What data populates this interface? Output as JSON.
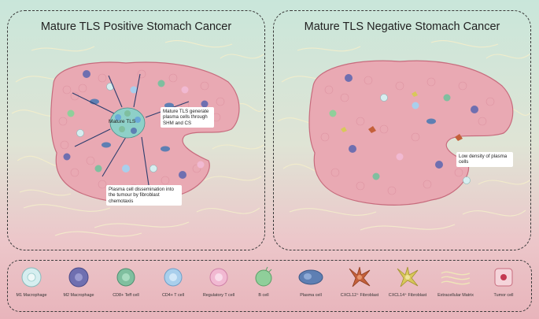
{
  "panels": {
    "left": {
      "title": "Mature TLS Positive Stomach Cancer",
      "center_label": "Mature TLS",
      "note_generate": "Mature TLS generate plasma cells through SHM and CS",
      "note_dissemination": "Plasma cell dissemination into the tumour by fibroblast chemotaxis"
    },
    "right": {
      "title": "Mature TLS Negative Stomach Cancer",
      "note_density": "Low density of plasma cells"
    }
  },
  "legend": [
    {
      "label": "M1 Macrophage",
      "icon": "m1-macrophage-icon"
    },
    {
      "label": "M2 Macrophage",
      "icon": "m2-macrophage-icon"
    },
    {
      "label": "CD8+ Teff cell",
      "icon": "cd8-teff-cell-icon"
    },
    {
      "label": "CD4+ T cell",
      "icon": "cd4-t-cell-icon"
    },
    {
      "label": "Regulatory T cell",
      "icon": "regulatory-t-cell-icon"
    },
    {
      "label": "B cell",
      "icon": "b-cell-icon"
    },
    {
      "label": "Plasma cell",
      "icon": "plasma-cell-icon"
    },
    {
      "label": "CXCL12⁺ Fibroblast",
      "icon": "cxcl12-fibroblast-icon"
    },
    {
      "label": "CXCL14⁺ Fibroblast",
      "icon": "cxcl14-fibroblast-icon"
    },
    {
      "label": "Extracellular Matrix",
      "icon": "extracellular-matrix-icon"
    },
    {
      "label": "Tumor cell",
      "icon": "tumor-cell-icon"
    }
  ],
  "colors": {
    "tumor_tissue": "#e9a9b3",
    "tumor_border": "#c76b7d",
    "matrix": "#f3edc8",
    "m1": "#d6eef0",
    "m2": "#6f6fb0",
    "cd8": "#7fbf9f",
    "cd4": "#a9cfec",
    "treg": "#f1b9d2",
    "bcell": "#8fcf9a",
    "plasma": "#5e7fb3",
    "cxcl12": "#c4603a",
    "cxcl14": "#d8c85a"
  }
}
